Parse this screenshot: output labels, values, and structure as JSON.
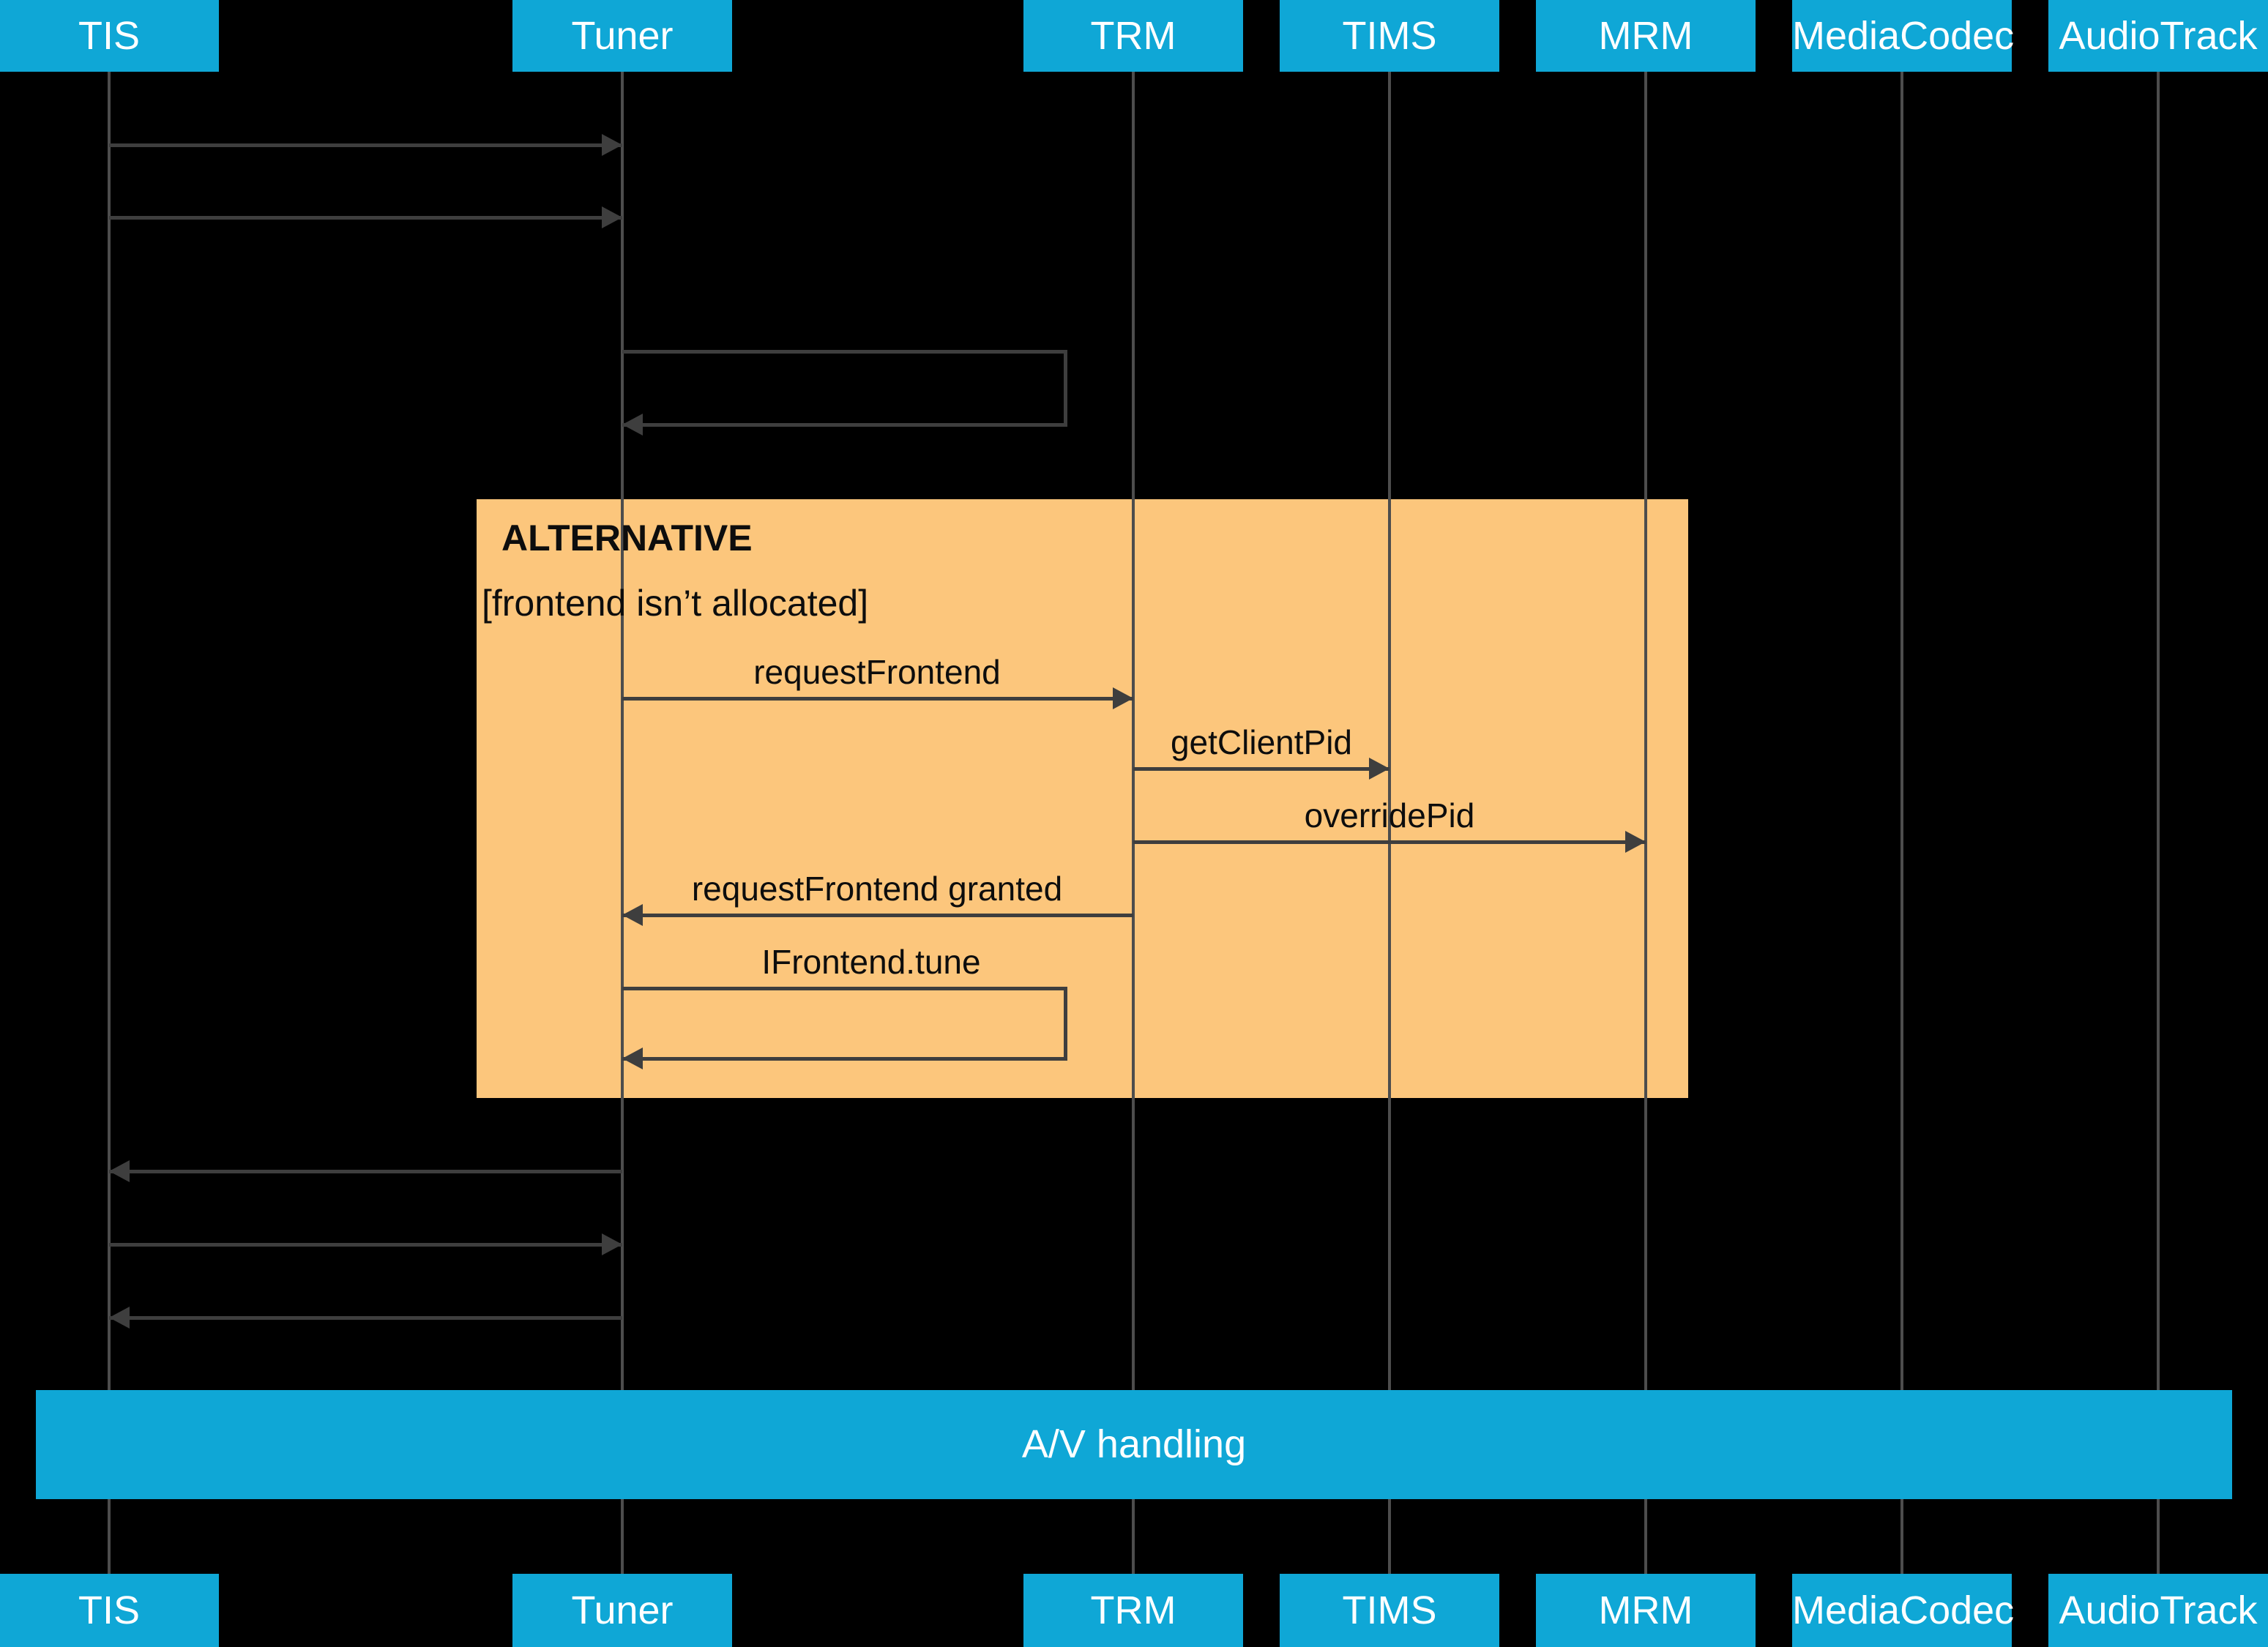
{
  "diagram_type": "uml-sequence-diagram",
  "participants": [
    "TIS",
    "Tuner",
    "TRM",
    "TIMS",
    "MRM",
    "MediaCodec",
    "AudioTrack"
  ],
  "alt_block": {
    "title": "ALTERNATIVE",
    "condition": "[frontend isn’t allocated]"
  },
  "messages": {
    "request_frontend": {
      "label": "requestFrontend",
      "from": "Tuner",
      "to": "TRM"
    },
    "get_client_pid": {
      "label": "getClientPid",
      "from": "TRM",
      "to": "TIMS"
    },
    "override_pid": {
      "label": "overridePid",
      "from": "TRM",
      "to": "MRM"
    },
    "request_frontend_granted": {
      "label": "requestFrontend granted",
      "from": "TRM",
      "to": "Tuner"
    },
    "ifrontend_tune": {
      "label": "IFrontend.tune",
      "from": "Tuner",
      "to": "Tuner",
      "type": "self"
    }
  },
  "unlabeled_messages": [
    {
      "from": "TIS",
      "to": "Tuner"
    },
    {
      "from": "TIS",
      "to": "Tuner"
    },
    {
      "from": "Tuner",
      "to": "Tuner",
      "type": "self"
    },
    {
      "from": "Tuner",
      "to": "TIS"
    },
    {
      "from": "TIS",
      "to": "Tuner"
    },
    {
      "from": "Tuner",
      "to": "TIS"
    }
  ],
  "av_bar": {
    "label": "A/V handling"
  },
  "colors": {
    "background": "#000000",
    "accent_cyan": "#0fa7d6",
    "alt_orange": "#fcc67c",
    "line_gray": "#4d4d4d",
    "arrow_gray": "#3e3e3e",
    "header_text": "#ffffff",
    "label_text": "#0d0d0d"
  }
}
